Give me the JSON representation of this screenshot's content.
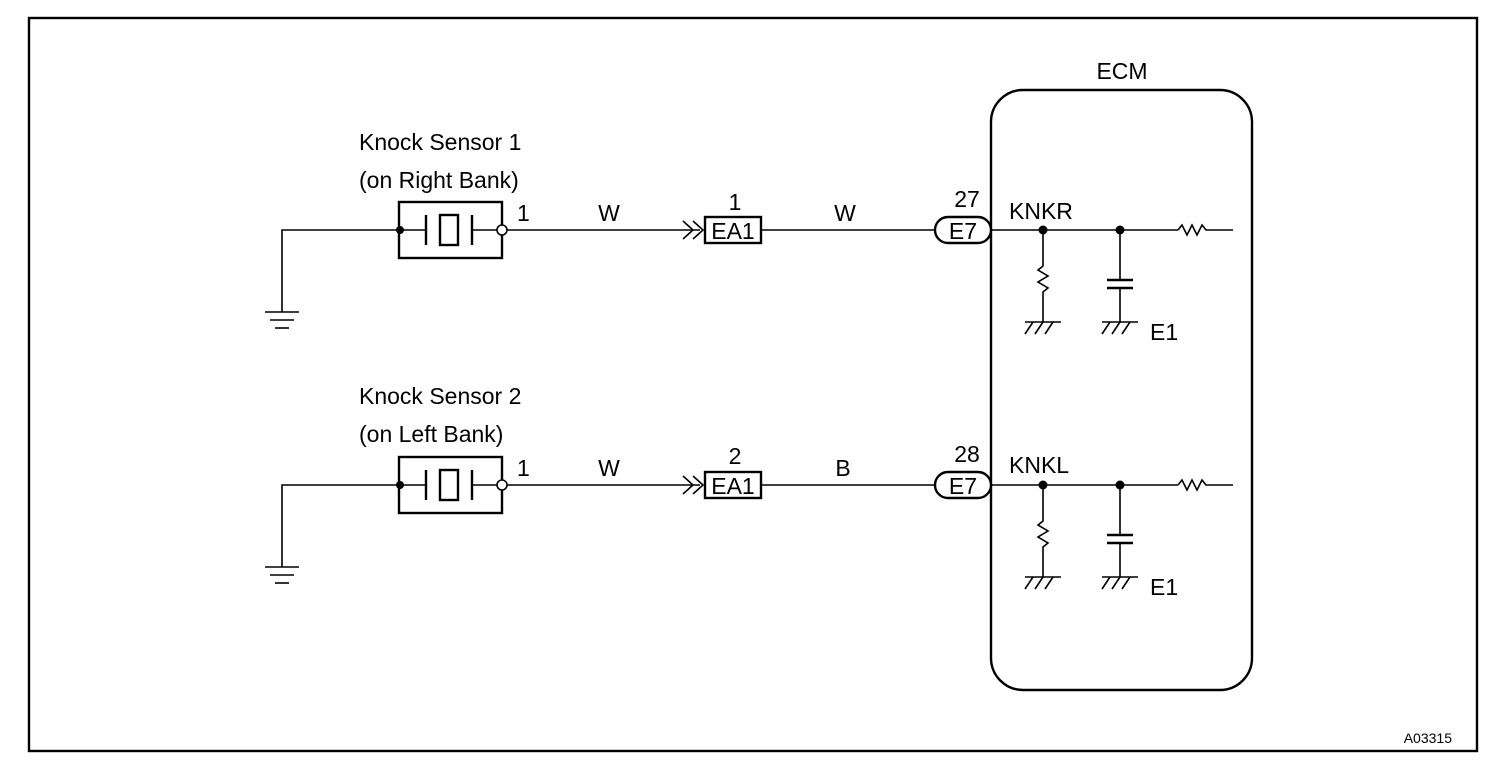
{
  "diagram": {
    "ecm": {
      "title": "ECM"
    },
    "sensor1": {
      "name": "Knock Sensor 1",
      "location": "(on Right Bank)",
      "pin": "1",
      "wire_to_connector": "W",
      "connector_pin": "1",
      "connector": "EA1",
      "wire_to_ecm": "W",
      "ecm_pin": "27",
      "ecm_connector": "E7",
      "signal": "KNKR",
      "ground": "E1"
    },
    "sensor2": {
      "name": "Knock Sensor 2",
      "location": "(on Left Bank)",
      "pin": "1",
      "wire_to_connector": "W",
      "connector_pin": "2",
      "connector": "EA1",
      "wire_to_ecm": "B",
      "ecm_pin": "28",
      "ecm_connector": "E7",
      "signal": "KNKL",
      "ground": "E1"
    },
    "figure_code": "A03315"
  }
}
